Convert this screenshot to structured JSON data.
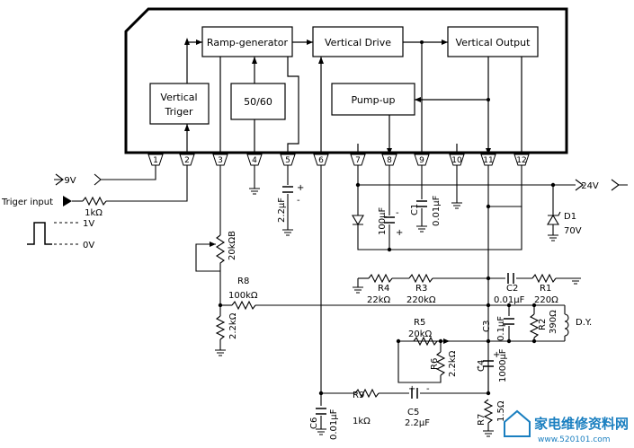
{
  "blocks": {
    "ramp": "Ramp-generator",
    "vdrive": "Vertical Drive",
    "vout": "Vertical Output",
    "vtrig1": "Vertical",
    "vtrig2": "Triger",
    "fifty": "50/60",
    "pump": "Pump-up"
  },
  "pins": [
    "1",
    "2",
    "3",
    "4",
    "5",
    "6",
    "7",
    "8",
    "9",
    "10",
    "11",
    "12"
  ],
  "supply": {
    "v9": "9V",
    "v24": "24V"
  },
  "trigger": {
    "label": "Triger input",
    "res": "1kΩ",
    "hi": "1V",
    "lo": "0V"
  },
  "parts": {
    "pot": "20kΩB",
    "r8_name": "R8",
    "r8_val": "100kΩ",
    "r2k2": "2.2kΩ",
    "c_pin5": "2.2μF",
    "c1_name": "C1",
    "c1_val": "0.01μF",
    "c100": "100μF",
    "d1_name": "D1",
    "d1_val": "70V",
    "r4_name": "R4",
    "r4_val": "22kΩ",
    "r3_name": "R3",
    "r3_val": "220kΩ",
    "c2_name": "C2",
    "c2_val": "0.01μF",
    "r1_name": "R1",
    "r1_val": "220Ω",
    "r5_name": "R5",
    "r5_val": "20kΩ",
    "c3_name": "C3",
    "c3_val": "0.1μF",
    "r2_name": "R2",
    "r2_val": "390Ω",
    "dy": "D.Y.",
    "r6_name": "R6",
    "r6_val": "2.2kΩ",
    "c4_name": "C4",
    "c4_val": "1000μF",
    "c6_name": "C6",
    "c6_val": "0.01μF",
    "r9_name": "R9",
    "r9_val": "1kΩ",
    "c5_name": "C5",
    "c5_val": "2.2μF",
    "r7_name": "R7",
    "r7_val": "1.5Ω"
  },
  "watermark": {
    "title": "家电维修资料网",
    "url": "www.520101.com"
  }
}
